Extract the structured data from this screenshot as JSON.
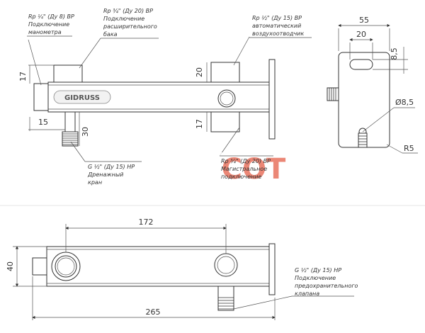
{
  "annotations": {
    "manometer": [
      "Rp ¼\" (Ду 8) ВР",
      "Подключение",
      "манометра"
    ],
    "tank": [
      "Rp ¾\" (Ду 20) ВР",
      "Подключение",
      "расширительного",
      "бака"
    ],
    "air_vent": [
      "Rp ½\" (Ду 15) ВР",
      "автоматический",
      "воздухоотводчик"
    ],
    "drain": [
      "G ½\" (Ду 15) НР",
      "Дренажный",
      "кран"
    ],
    "main": [
      "Rp ¾\" (Ду 20) ВР",
      "Магистральное",
      "подключение"
    ],
    "safety": [
      "G ½\" (Ду 15) НР",
      "Подключение",
      "предохранительного",
      "клапана"
    ]
  },
  "dimensions": {
    "d17_top": "17",
    "d15": "15",
    "d30": "30",
    "d20_side": "20",
    "d17_bottom": "17",
    "d55": "55",
    "d20_top": "20",
    "d85": "8,5",
    "d_diam": "Ø8,5",
    "d_r5": "R5",
    "d172": "172",
    "d40": "40",
    "d265": "265"
  },
  "logo_text": "GIDRUSS",
  "watermark_text": "СОТ",
  "colors": {
    "watermark": "#e8735f",
    "line": "#3a3a3a"
  }
}
